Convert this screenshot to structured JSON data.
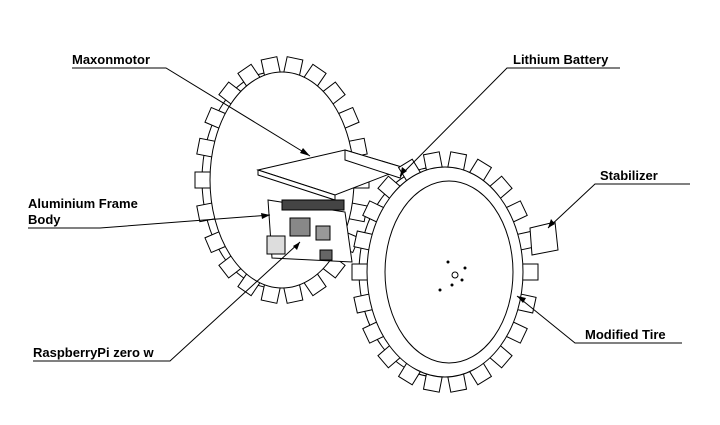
{
  "labels": {
    "maxonmotor": "Maxonmotor",
    "lithium_battery": "Lithium Battery",
    "aluminium_frame_line1": "Aluminium Frame",
    "aluminium_frame_line2": "Body",
    "stabilizer": "Stabilizer",
    "raspberry_pi": "RaspberryPi zero w",
    "modified_tire": "Modified Tire"
  }
}
